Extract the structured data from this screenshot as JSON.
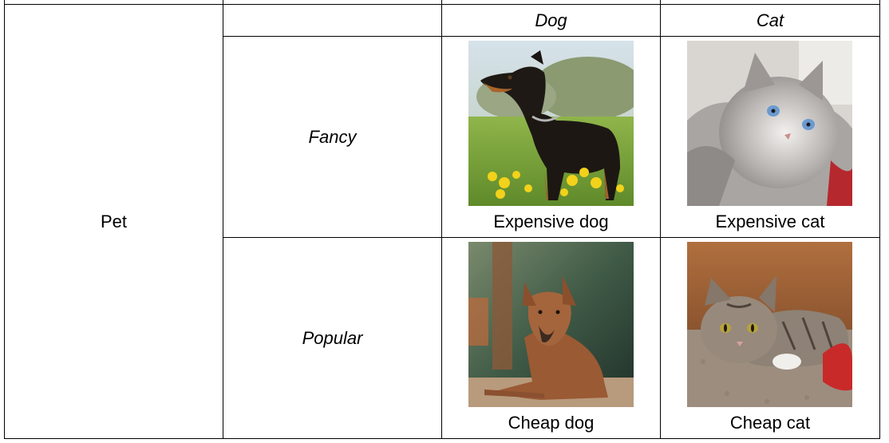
{
  "table": {
    "row_header": "Pet",
    "column_headers": [
      "Dog",
      "Cat"
    ],
    "row_groups": [
      "Fancy",
      "Popular"
    ],
    "cells": [
      {
        "image": "doberman-photo",
        "caption": "Expensive dog"
      },
      {
        "image": "fluffy-gray-cat-photo",
        "caption": "Expensive cat"
      },
      {
        "image": "brown-mixed-dog-photo",
        "caption": "Cheap dog"
      },
      {
        "image": "tabby-cat-photo",
        "caption": "Cheap cat"
      }
    ]
  }
}
